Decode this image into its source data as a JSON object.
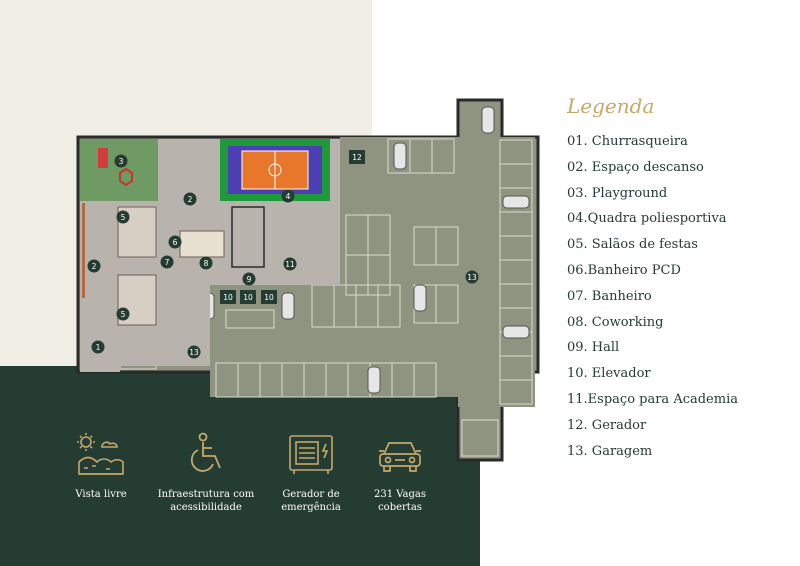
{
  "legend": {
    "title": "Legenda",
    "items": [
      "01. Churrasqueira",
      "02.  Espaço descanso",
      "03. Playground",
      "04.Quadra poliesportiva",
      "05.  Salãos de festas",
      "06.Banheiro PCD",
      "07. Banheiro",
      "08. Coworking",
      "09. Hall",
      "10. Elevador",
      "11.Espaço para Academia",
      "12. Gerador",
      "13. Garagem"
    ]
  },
  "features": [
    {
      "icon": "landscape-icon",
      "line1": "Vista livre",
      "line2": ""
    },
    {
      "icon": "wheelchair-icon",
      "line1": "Infraestrutura com",
      "line2": "acessibilidade"
    },
    {
      "icon": "generator-icon",
      "line1": "Gerador de",
      "line2": "emergência"
    },
    {
      "icon": "car-icon",
      "line1": "231 Vagas",
      "line2": "cobertas"
    }
  ],
  "plan_markers": [
    "1",
    "2",
    "2",
    "3",
    "4",
    "5",
    "5",
    "6",
    "7",
    "8",
    "9",
    "10",
    "10",
    "10",
    "11",
    "12",
    "13",
    "13"
  ],
  "colors": {
    "cream": "#f1eee6",
    "dark_green": "#253c33",
    "gold": "#c6a86a",
    "garage_floor": "#8e9480",
    "wall": "#2a2a2a",
    "court_orange": "#e8772b",
    "court_blue": "#4b3fb3",
    "court_green": "#1f9a3b"
  }
}
